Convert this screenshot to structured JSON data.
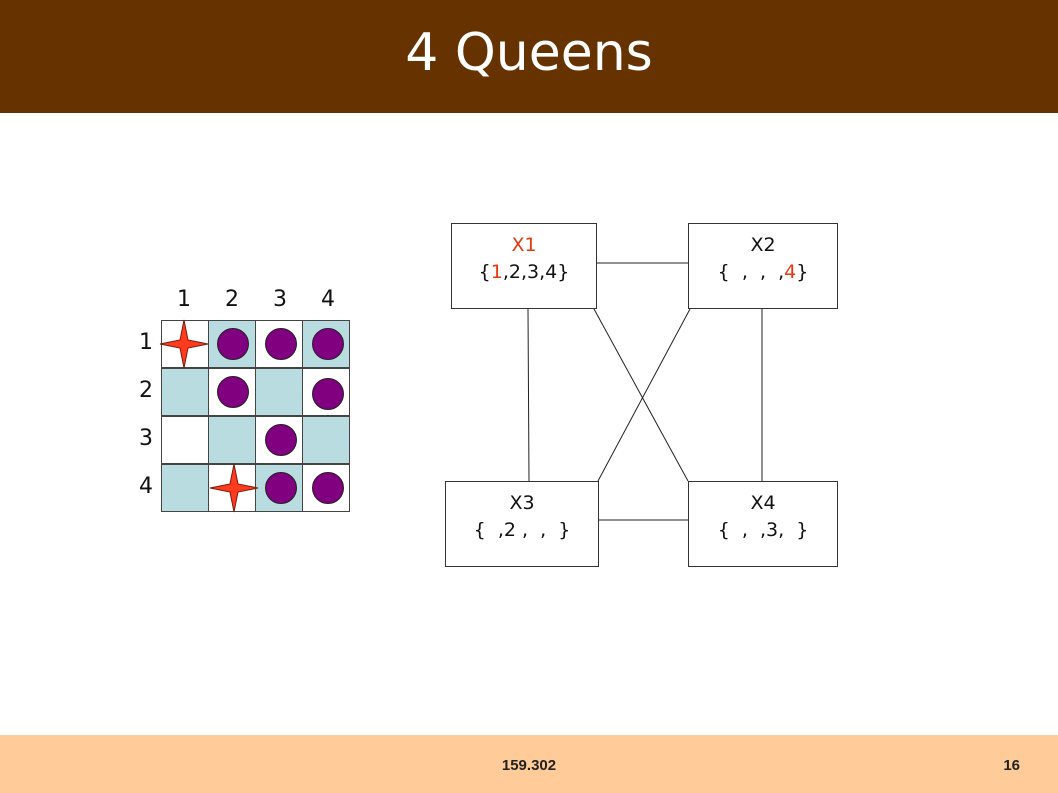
{
  "title": "4 Queens",
  "footer": {
    "course": "159.302",
    "page": "16"
  },
  "board": {
    "col_labels": [
      "1",
      "2",
      "3",
      "4"
    ],
    "row_labels": [
      "1",
      "2",
      "3",
      "4"
    ],
    "colors": {
      "shaded": "#b8dce0",
      "plain": "#ffffff",
      "queen": "#800080",
      "star": "#ff3b1f"
    }
  },
  "nodes": {
    "x1": {
      "name": "X1",
      "dom": [
        "{",
        "1",
        ",2,3,4}"
      ]
    },
    "x2": {
      "name": "X2",
      "dom": [
        "{  ,  ,  ,",
        "4",
        "}"
      ]
    },
    "x3": {
      "name": "X3",
      "dom": "{  ,2 ,  ,  }"
    },
    "x4": {
      "name": "X4",
      "dom": "{  ,  ,3,  }"
    }
  }
}
